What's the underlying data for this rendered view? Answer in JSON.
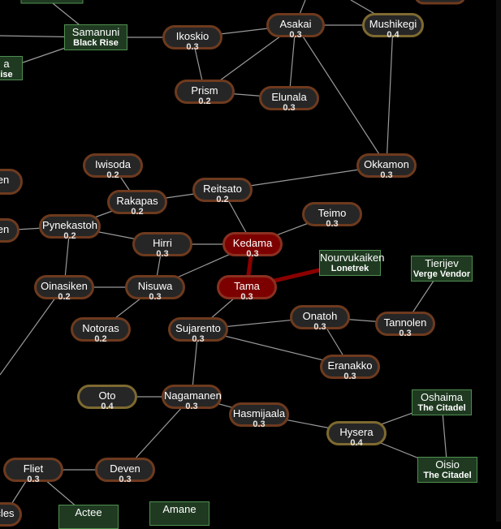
{
  "systems": {
    "samanuni": {
      "name": "Samanuni",
      "sub": "Black Rise"
    },
    "ikoskio": {
      "name": "Ikoskio",
      "sec": "0.3"
    },
    "asakai": {
      "name": "Asakai",
      "sec": "0.3"
    },
    "mushikegi": {
      "name": "Mushikegi",
      "sec": "0.4"
    },
    "prism": {
      "name": "Prism",
      "sec": "0.2"
    },
    "elunala": {
      "name": "Elunala",
      "sec": "0.3"
    },
    "left_a": {
      "name": "a",
      "sub": "ise"
    },
    "okkamon": {
      "name": "Okkamon",
      "sec": "0.3"
    },
    "iwisoda": {
      "name": "Iwisoda",
      "sec": "0.2"
    },
    "reitsato": {
      "name": "Reitsato",
      "sec": "0.2"
    },
    "rakapas": {
      "name": "Rakapas",
      "sec": "0.2"
    },
    "teimo": {
      "name": "Teimo",
      "sec": "0.3"
    },
    "left_en1": {
      "name": "en"
    },
    "pynekastoh": {
      "name": "Pynekastoh",
      "sec": "0.2"
    },
    "left_en2": {
      "name": "en"
    },
    "hirri": {
      "name": "Hirri",
      "sec": "0.3"
    },
    "kedama": {
      "name": "Kedama",
      "sec": "0.3"
    },
    "nourvukaiken": {
      "name": "Nourvukaiken",
      "sub": "Lonetrek"
    },
    "tierijev": {
      "name": "Tierijev",
      "sub": "Verge Vendor"
    },
    "oinasiken": {
      "name": "Oinasiken",
      "sec": "0.2"
    },
    "nisuwa": {
      "name": "Nisuwa",
      "sec": "0.3"
    },
    "tama": {
      "name": "Tama",
      "sec": "0.3"
    },
    "onatoh": {
      "name": "Onatoh",
      "sec": "0.3"
    },
    "tannolen": {
      "name": "Tannolen",
      "sec": "0.3"
    },
    "notoras": {
      "name": "Notoras",
      "sec": "0.2"
    },
    "sujarento": {
      "name": "Sujarento",
      "sec": "0.3"
    },
    "eranakko": {
      "name": "Eranakko",
      "sec": "0.3"
    },
    "oto": {
      "name": "Oto",
      "sec": "0.4"
    },
    "nagamanen": {
      "name": "Nagamanen",
      "sec": "0.3"
    },
    "oshaima": {
      "name": "Oshaima",
      "sub": "The Citadel"
    },
    "hasmijaala": {
      "name": "Hasmijaala",
      "sec": "0.3"
    },
    "hysera": {
      "name": "Hysera",
      "sec": "0.4"
    },
    "fliet": {
      "name": "Fliet",
      "sec": "0.3"
    },
    "deven": {
      "name": "Deven",
      "sec": "0.3"
    },
    "oisio": {
      "name": "Oisio",
      "sub": "The Citadel"
    },
    "left_cles": {
      "name": "cles"
    },
    "actee": {
      "name": "Actee"
    },
    "amane": {
      "name": "Amane"
    }
  },
  "connections": [
    [
      "samanuni",
      "ikoskio",
      false
    ],
    [
      "ikoskio",
      "asakai",
      false
    ],
    [
      "asakai",
      "mushikegi",
      false
    ],
    [
      "ikoskio",
      "prism",
      false
    ],
    [
      "prism",
      "elunala",
      false
    ],
    [
      "asakai",
      "elunala",
      false
    ],
    [
      "asakai",
      "prism",
      false
    ],
    [
      "asakai",
      "okkamon",
      false
    ],
    [
      "mushikegi",
      "okkamon",
      false
    ],
    [
      "okkamon",
      "reitsato",
      false
    ],
    [
      "iwisoda",
      "rakapas",
      false
    ],
    [
      "rakapas",
      "reitsato",
      false
    ],
    [
      "rakapas",
      "pynekastoh",
      false
    ],
    [
      "reitsato",
      "kedama",
      false
    ],
    [
      "kedama",
      "teimo",
      false
    ],
    [
      "pynekastoh",
      "hirri",
      false
    ],
    [
      "hirri",
      "kedama",
      false
    ],
    [
      "kedama",
      "tama",
      true
    ],
    [
      "tama",
      "nourvukaiken",
      true
    ],
    [
      "tama",
      "sujarento",
      false
    ],
    [
      "nisuwa",
      "kedama",
      false
    ],
    [
      "hirri",
      "nisuwa",
      false
    ],
    [
      "oinasiken",
      "nisuwa",
      false
    ],
    [
      "pynekastoh",
      "oinasiken",
      false
    ],
    [
      "nisuwa",
      "notoras",
      false
    ],
    [
      "sujarento",
      "onatoh",
      false
    ],
    [
      "onatoh",
      "tannolen",
      false
    ],
    [
      "tannolen",
      "tierijev",
      false
    ],
    [
      "onatoh",
      "eranakko",
      false
    ],
    [
      "sujarento",
      "eranakko",
      false
    ],
    [
      "sujarento",
      "nagamanen",
      false
    ],
    [
      "oto",
      "nagamanen",
      false
    ],
    [
      "nagamanen",
      "hasmijaala",
      false
    ],
    [
      "hasmijaala",
      "hysera",
      false
    ],
    [
      "hysera",
      "oshaima",
      false
    ],
    [
      "hysera",
      "oisio",
      false
    ],
    [
      "oshaima",
      "oisio",
      false
    ],
    [
      "nagamanen",
      "deven",
      false
    ],
    [
      "deven",
      "fliet",
      false
    ],
    [
      "fliet",
      "actee",
      false
    ],
    [
      "fliet",
      "left_cles",
      false
    ],
    [
      "samanuni",
      "left_a",
      false
    ],
    [
      "pynekastoh",
      "left_en2",
      false
    ]
  ],
  "colors": {
    "line": "#9a9a9a",
    "route": "#8b0000",
    "stroke_low": "#6e3a1e",
    "stroke_high": "#7e6a30",
    "station_bg": "#1f3a21"
  }
}
